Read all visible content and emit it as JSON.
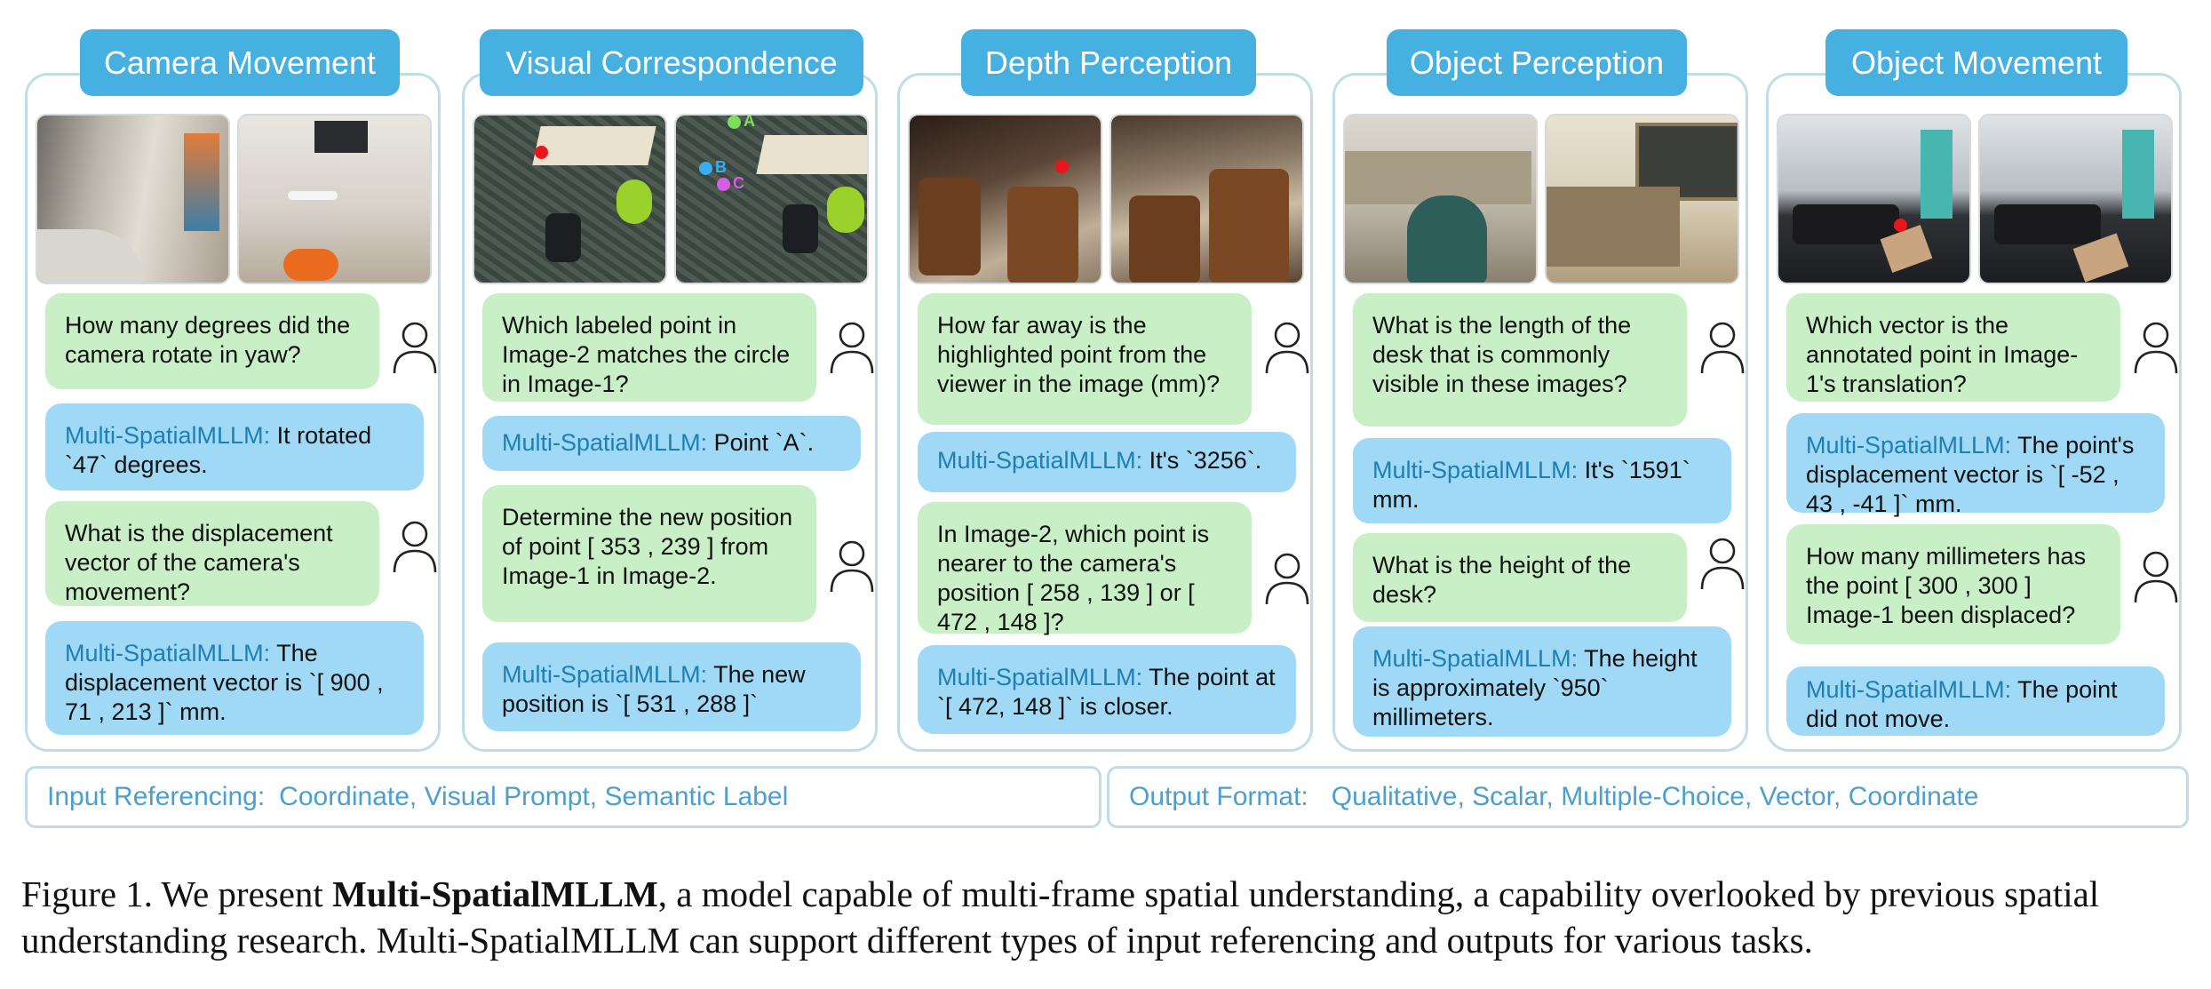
{
  "panels": [
    {
      "title": "Camera Movement",
      "qa": [
        {
          "q": "How many degrees did the camera rotate in yaw?",
          "a_model": "Multi-SpatialMLLM:",
          "a_text": " It rotated `47` degrees."
        },
        {
          "q": "What is the displacement vector of the camera's movement?",
          "a_model": "Multi-SpatialMLLM:",
          "a_text": " The displacement vector is `[ 900 , 71 , 213 ]` mm."
        }
      ]
    },
    {
      "title": "Visual Correspondence",
      "qa": [
        {
          "q": "Which labeled point in Image-2 matches the circle in Image-1?",
          "a_model": "Multi-SpatialMLLM:",
          "a_text": " Point `A`."
        },
        {
          "q": "Determine the new position of point [ 353 , 239 ] from Image-1 in Image-2.",
          "a_model": "Multi-SpatialMLLM:",
          "a_text": " The new position is `[ 531 , 288 ]`"
        }
      ],
      "point_labels": [
        "A",
        "B",
        "C"
      ]
    },
    {
      "title": "Depth Perception",
      "qa": [
        {
          "q": "How far away is the highlighted point from the viewer in the image (mm)?",
          "a_model": "Multi-SpatialMLLM:",
          "a_text": " It's `3256`."
        },
        {
          "q": "In Image-2, which point is nearer to the camera's position [ 258 , 139 ] or [ 472 , 148 ]?",
          "a_model": "Multi-SpatialMLLM:",
          "a_text": " The point at `[ 472, 148 ]` is closer."
        }
      ]
    },
    {
      "title": "Object Perception",
      "qa": [
        {
          "q": "What is the length of the desk that is commonly visible in these images?",
          "a_model": "Multi-SpatialMLLM:",
          "a_text": " It's `1591` mm."
        },
        {
          "q": "What is the height of the desk?",
          "a_model": "Multi-SpatialMLLM:",
          "a_text": " The height is approximately `950` millimeters."
        }
      ]
    },
    {
      "title": "Object Movement",
      "qa": [
        {
          "q": "Which vector is the annotated point in Image-1's translation?",
          "a_model": "Multi-SpatialMLLM:",
          "a_text": " The point's displacement vector is `[ -52 , 43 , -41 ]` mm."
        },
        {
          "q": "How many millimeters has the point [ 300 , 300 ] Image-1 been displaced?",
          "a_model": "Multi-SpatialMLLM:",
          "a_text": " The point did not move."
        }
      ]
    }
  ],
  "bottom": {
    "input_label": "Input Referencing:",
    "input_items": "Coordinate, Visual Prompt, Semantic Label",
    "output_label": "Output Format:",
    "output_items": "Qualitative, Scalar, Multiple-Choice, Vector, Coordinate"
  },
  "caption": {
    "prefix": "Figure 1.  We present ",
    "bold": "Multi-SpatialMLLM",
    "rest": ", a model capable of multi-frame spatial understanding, a capability overlooked by previous spatial understanding research. Multi-SpatialMLLM can support different types of input referencing and outputs for various tasks."
  },
  "colors": {
    "title_bg": "#46b1e1",
    "question_bg": "#c9efc6",
    "answer_bg": "#9fd9f6",
    "model_name": "#1d7fb6",
    "border": "#bfdde8",
    "marker_red": "#e8161b"
  }
}
